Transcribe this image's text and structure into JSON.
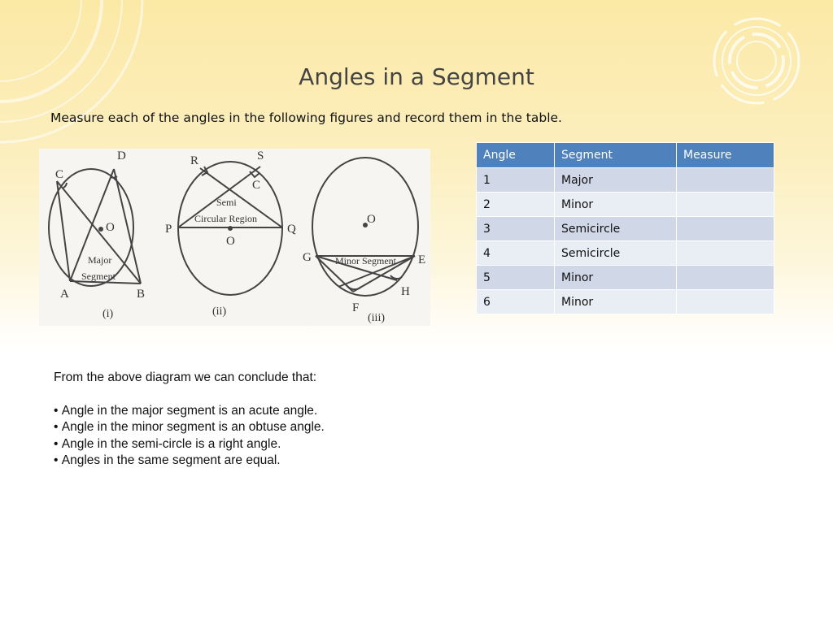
{
  "slide": {
    "title": "Angles in a Segment",
    "instruction": "Measure each of the angles in the following figures and record them in the table."
  },
  "figures": {
    "fig1": {
      "caption": "(i)",
      "labels": {
        "c": "C",
        "d": "D",
        "o": "O",
        "a": "A",
        "b": "B"
      },
      "region": [
        "Major",
        "Segment"
      ]
    },
    "fig2": {
      "caption": "(ii)",
      "labels": {
        "r": "R",
        "s": "S",
        "c": "C",
        "p": "P",
        "q": "Q",
        "o": "O"
      },
      "region": [
        "Semi",
        "Circular Region"
      ]
    },
    "fig3": {
      "caption": "(iii)",
      "labels": {
        "o": "O",
        "g": "G",
        "e": "E",
        "h": "H",
        "f": "F"
      },
      "region": [
        "Minor Segment"
      ]
    }
  },
  "table": {
    "headers": [
      "Angle",
      "Segment",
      "Measure"
    ],
    "rows": [
      [
        "1",
        "Major",
        ""
      ],
      [
        "2",
        "Minor",
        ""
      ],
      [
        "3",
        "Semicircle",
        ""
      ],
      [
        "4",
        "Semicircle",
        ""
      ],
      [
        "5",
        "Minor",
        ""
      ],
      [
        "6",
        "Minor",
        ""
      ]
    ]
  },
  "conclusion": {
    "intro": "From the above diagram we can conclude that:",
    "points": [
      "Angle in the major segment is an acute angle.",
      "Angle in the minor segment is an obtuse angle.",
      "Angle in the semi-circle is a right angle.",
      "Angles in the same segment are equal."
    ]
  },
  "colors": {
    "header": "#4f81bd",
    "row_odd": "#d0d8e8",
    "row_even": "#e9edf4",
    "background": "#fbe9a6"
  }
}
